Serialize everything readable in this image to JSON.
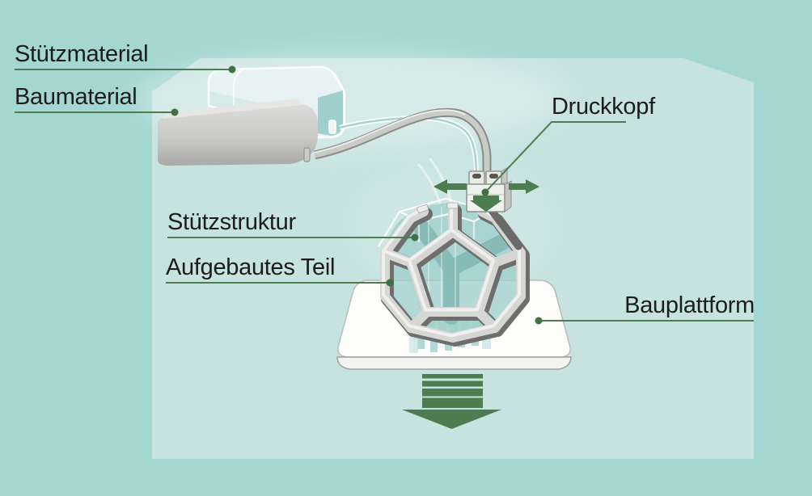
{
  "diagram": {
    "labels": {
      "stuetzmaterial": "Stützmaterial",
      "baumaterial": "Baumaterial",
      "druckkopf": "Druckkopf",
      "stuetzstruktur": "Stützstruktur",
      "aufgebautes_teil": "Aufgebautes Teil",
      "bauplattform": "Bauplattform"
    },
    "colors": {
      "background": "#a4d6d2",
      "chamber": "#c7e3e0",
      "accent_green": "#4d7c50",
      "leader_dot_green": "#3f7144",
      "text": "#1c1c1c",
      "part_gray": "#d6d6d4",
      "part_shadow_gray": "#6e6e6c",
      "support_teal": "#9fd0cc",
      "platform_white": "#fdfdfc",
      "cartridge_gray": "#c9c9c7"
    }
  }
}
